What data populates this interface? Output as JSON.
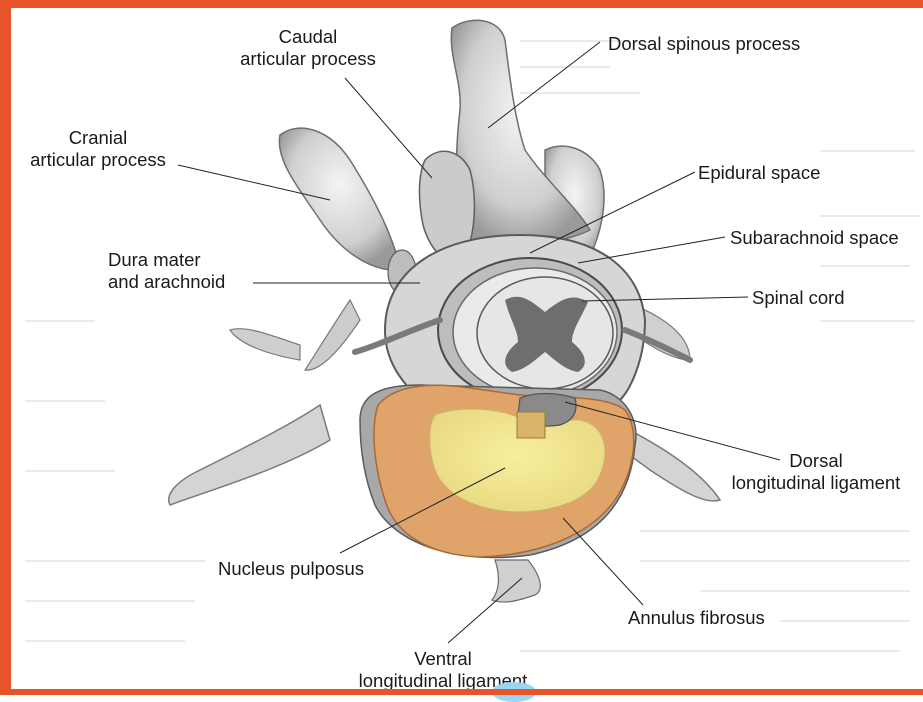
{
  "figure": {
    "labels": {
      "caudal_articular_process": [
        "Caudal",
        "articular process"
      ],
      "dorsal_spinous_process": "Dorsal spinous process",
      "cranial_articular_process": [
        "Cranial",
        "articular process"
      ],
      "epidural_space": "Epidural space",
      "subarachnoid_space": "Subarachnoid space",
      "dura_mater_and_arachnoid": [
        "Dura mater",
        "and arachnoid"
      ],
      "spinal_cord": "Spinal cord",
      "dorsal_longitudinal_ligament": [
        "Dorsal",
        "longitudinal ligament"
      ],
      "nucleus_pulposus": "Nucleus pulposus",
      "annulus_fibrosus": "Annulus fibrosus",
      "ventral_longitudinal_ligament": [
        "Ventral",
        "longitudinal ligament"
      ]
    }
  },
  "colors": {
    "frame": "#e8542a",
    "bone": "#d8d8d8",
    "bone_shadow": "#8c8c8c",
    "annulus": "#e0a46b",
    "nucleus": "#efe391",
    "cord_white": "#e6e6e6",
    "cord_gray": "#6e6e6e"
  }
}
